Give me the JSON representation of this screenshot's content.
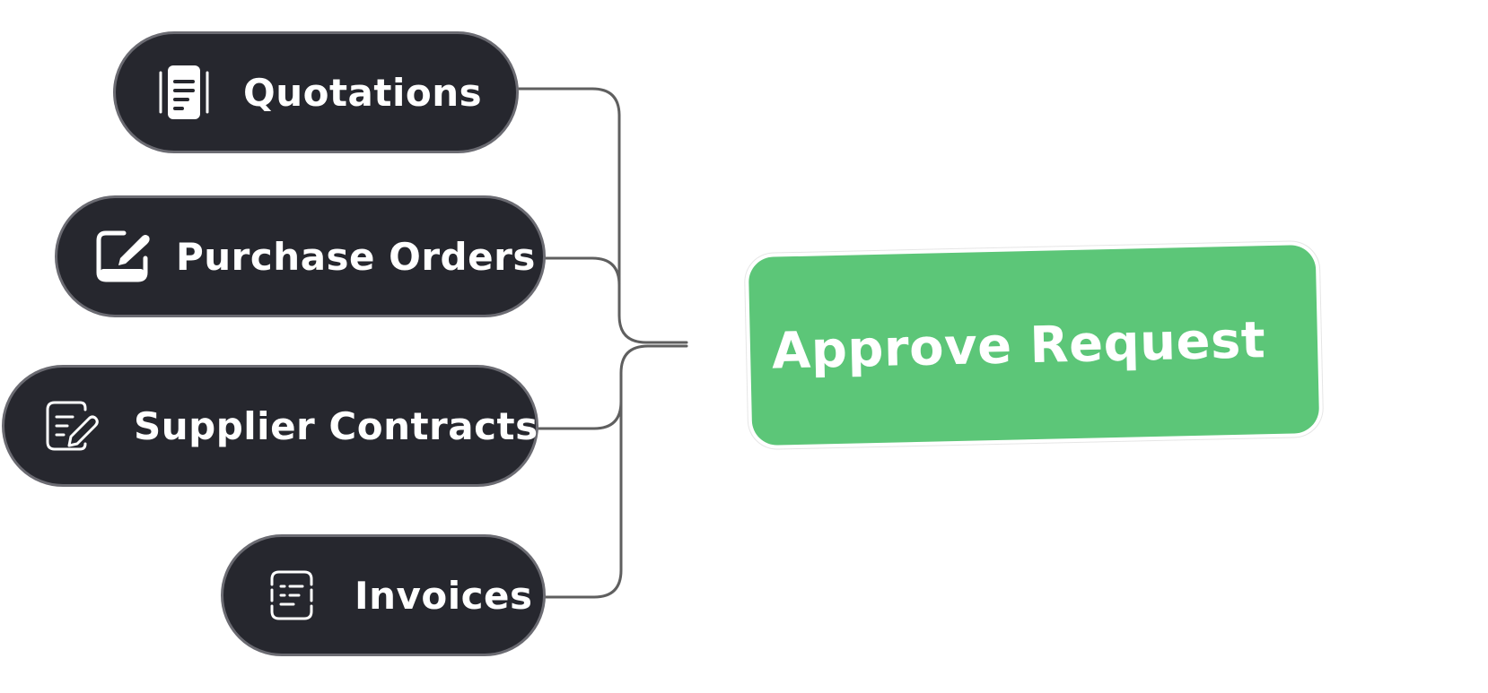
{
  "colors": {
    "pill_background": "#26272e",
    "pill_border": "#6b6b72",
    "connector": "#5f5f5f",
    "approve_background": "#5cc678",
    "text": "#ffffff"
  },
  "sources": [
    {
      "label": "Quotations",
      "icon": "document-lines-icon"
    },
    {
      "label": "Purchase Orders",
      "icon": "edit-square-icon"
    },
    {
      "label": "Supplier Contracts",
      "icon": "note-edit-icon"
    },
    {
      "label": "Invoices",
      "icon": "list-frame-icon"
    }
  ],
  "target": {
    "label": "Approve Request"
  }
}
